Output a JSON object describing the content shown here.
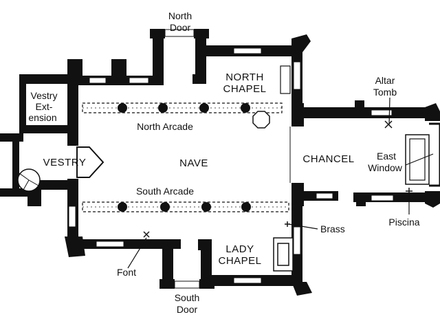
{
  "labels": {
    "north_door": [
      "North",
      "Door"
    ],
    "north_chapel": [
      "NORTH",
      "CHAPEL"
    ],
    "altar_tomb": [
      "Altar",
      "Tomb"
    ],
    "vestry_extension": [
      "Vestry",
      "Ext-",
      "ension"
    ],
    "north_arcade": "North Arcade",
    "vestry": "VESTRY",
    "nave": "NAVE",
    "chancel": "CHANCEL",
    "east_window": [
      "East",
      "Window"
    ],
    "south_arcade": "South Arcade",
    "brass": "Brass",
    "piscina": "Piscina",
    "lady_chapel": [
      "LADY",
      "CHAPEL"
    ],
    "font": "Font",
    "south_door": [
      "South",
      "Door"
    ]
  },
  "colors": {
    "wall": "#111111",
    "background": "#ffffff"
  }
}
